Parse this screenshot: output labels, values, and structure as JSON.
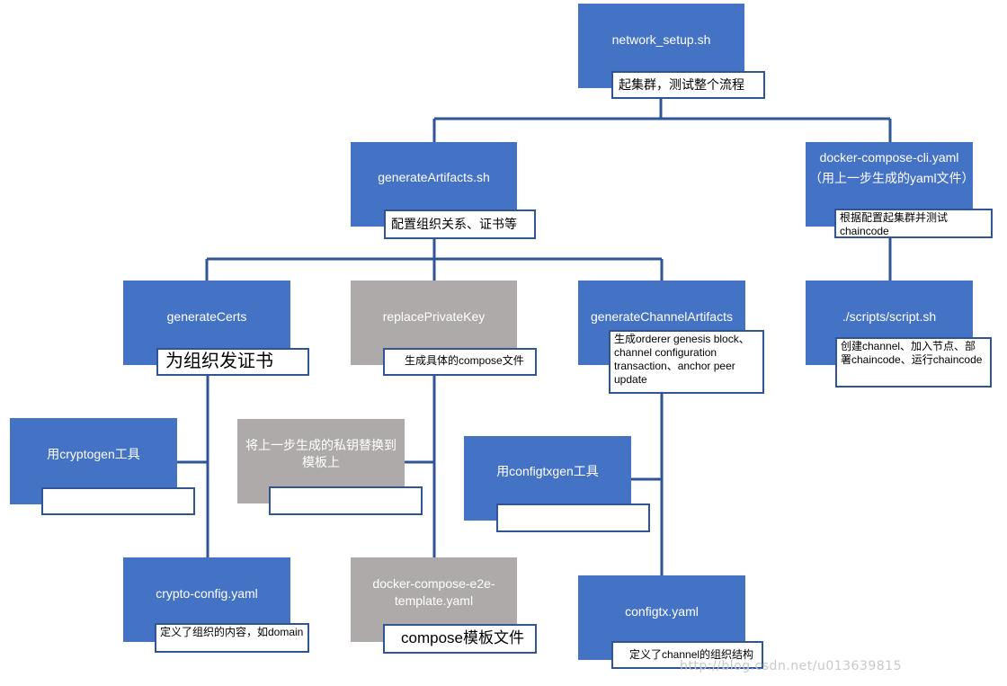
{
  "nodes": {
    "network_setup": {
      "title": "network_setup.sh",
      "caption": "起集群，测试整个流程"
    },
    "generate_artifacts": {
      "title": "generateArtifacts.sh",
      "caption": "配置组织关系、证书等"
    },
    "docker_compose_cli": {
      "title": "docker-compose-cli.yaml",
      "subtitle": "（用上一步生成的yaml文件）",
      "caption": "根据配置起集群并测试chaincode"
    },
    "generate_certs": {
      "title": "generateCerts",
      "caption": "为组织发证书"
    },
    "replace_private_key": {
      "title": "replacePrivateKey",
      "caption": "生成具体的compose文件"
    },
    "generate_channel_artifacts": {
      "title": "generateChannelArtifacts",
      "caption": "生成orderer genesis block、channel configuration transaction、anchor peer update"
    },
    "scripts_script": {
      "title": "./scripts/script.sh",
      "caption": "创建channel、加入节点、部署chaincode、运行chaincode"
    },
    "cryptogen": {
      "title": "用cryptogen工具",
      "caption": ""
    },
    "replace_step": {
      "title": "将上一步生成的私钥替换到模板上",
      "caption": ""
    },
    "configtxgen": {
      "title": "用configtxgen工具",
      "caption": ""
    },
    "crypto_config": {
      "title": "crypto-config.yaml",
      "caption": "定义了组织的内容，如domain"
    },
    "e2e_template": {
      "title": "docker-compose-e2e-template.yaml",
      "caption": "compose模板文件"
    },
    "configtx": {
      "title": "configtx.yaml",
      "caption": "定义了channel的组织结构"
    }
  },
  "watermark": "http://blog.csdn.net/u013639815",
  "colors": {
    "node_blue": "#4472c4",
    "node_gray": "#aeaaaa",
    "connector": "#2f5597",
    "caption_border": "#2f5597"
  }
}
